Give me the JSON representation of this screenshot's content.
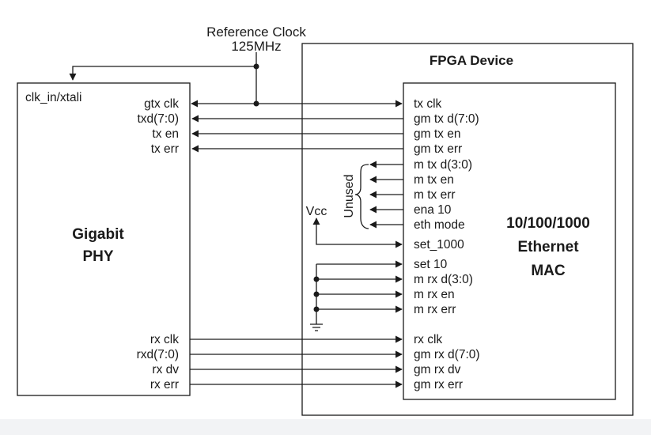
{
  "reference_clock": {
    "title": "Reference Clock",
    "freq": "125MHz"
  },
  "fpga": {
    "title": "FPGA Device"
  },
  "phy": {
    "clk_label": "clk_in/xtali",
    "name_line1": "Gigabit",
    "name_line2": "PHY",
    "tx_signals": [
      "gtx clk",
      "txd(7:0)",
      "tx en",
      "tx err"
    ],
    "rx_signals": [
      "rx clk",
      "rxd(7:0)",
      "rx dv",
      "rx err"
    ]
  },
  "mac": {
    "name_line1": "10/100/1000",
    "name_line2": "Ethernet",
    "name_line3": "MAC",
    "tx_ports": [
      "tx clk",
      "gm tx d(7:0)",
      "gm tx en",
      "gm tx err"
    ],
    "unused_ports": [
      "m tx d(3:0)",
      "m tx en",
      "m tx err",
      "ena 10",
      "eth mode"
    ],
    "set_1000": "set_1000",
    "gnd_ports": [
      "set 10",
      "m rx d(3:0)",
      "m rx en",
      "m rx err"
    ],
    "rx_ports": [
      "rx clk",
      "gm rx d(7:0)",
      "gm rx dv",
      "gm rx err"
    ]
  },
  "unused_label": "Unused",
  "vcc_label": "Vcc"
}
